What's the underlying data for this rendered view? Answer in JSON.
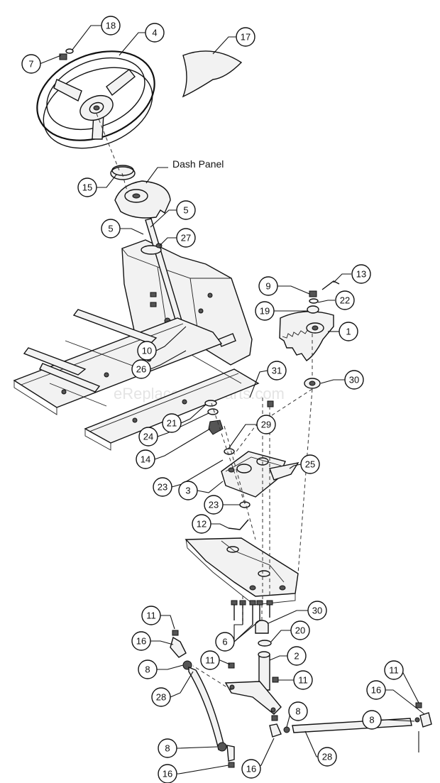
{
  "diagram": {
    "watermark": "eReplacementParts.com",
    "dash_panel_label": "Dash Panel",
    "callouts": [
      {
        "id": "c-18",
        "number": "18"
      },
      {
        "id": "c-4",
        "number": "4"
      },
      {
        "id": "c-7",
        "number": "7"
      },
      {
        "id": "c-17",
        "number": "17"
      },
      {
        "id": "c-15",
        "number": "15"
      },
      {
        "id": "c-5a",
        "number": "5"
      },
      {
        "id": "c-5b",
        "number": "5"
      },
      {
        "id": "c-27",
        "number": "27"
      },
      {
        "id": "c-9",
        "number": "9"
      },
      {
        "id": "c-13",
        "number": "13"
      },
      {
        "id": "c-22",
        "number": "22"
      },
      {
        "id": "c-19",
        "number": "19"
      },
      {
        "id": "c-1",
        "number": "1"
      },
      {
        "id": "c-10",
        "number": "10"
      },
      {
        "id": "c-26",
        "number": "26"
      },
      {
        "id": "c-31",
        "number": "31"
      },
      {
        "id": "c-30a",
        "number": "30"
      },
      {
        "id": "c-21",
        "number": "21"
      },
      {
        "id": "c-24",
        "number": "24"
      },
      {
        "id": "c-29",
        "number": "29"
      },
      {
        "id": "c-14",
        "number": "14"
      },
      {
        "id": "c-25",
        "number": "25"
      },
      {
        "id": "c-23a",
        "number": "23"
      },
      {
        "id": "c-3",
        "number": "3"
      },
      {
        "id": "c-23b",
        "number": "23"
      },
      {
        "id": "c-12",
        "number": "12"
      },
      {
        "id": "c-11a",
        "number": "11"
      },
      {
        "id": "c-30b",
        "number": "30"
      },
      {
        "id": "c-16a",
        "number": "16"
      },
      {
        "id": "c-20",
        "number": "20"
      },
      {
        "id": "c-6",
        "number": "6"
      },
      {
        "id": "c-8a",
        "number": "8"
      },
      {
        "id": "c-2",
        "number": "2"
      },
      {
        "id": "c-11b",
        "number": "11"
      },
      {
        "id": "c-28a",
        "number": "28"
      },
      {
        "id": "c-11c",
        "number": "11"
      },
      {
        "id": "c-11d",
        "number": "11"
      },
      {
        "id": "c-16b",
        "number": "16"
      },
      {
        "id": "c-8b",
        "number": "8"
      },
      {
        "id": "c-8c",
        "number": "8"
      },
      {
        "id": "c-8d",
        "number": "8"
      },
      {
        "id": "c-16c",
        "number": "16"
      },
      {
        "id": "c-16d",
        "number": "16"
      },
      {
        "id": "c-28b",
        "number": "28"
      }
    ]
  }
}
